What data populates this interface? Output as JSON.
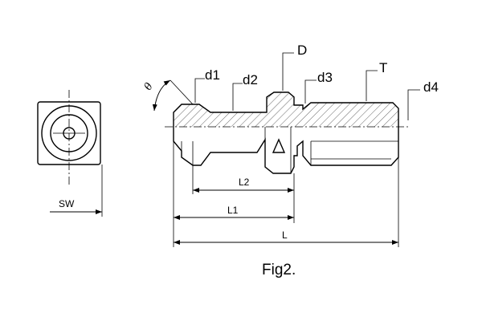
{
  "diagram": {
    "caption": "Fig2.",
    "labels": {
      "d1": "d1",
      "d2": "d2",
      "D": "D",
      "d3": "d3",
      "T": "T",
      "d4": "d4",
      "theta": "θ",
      "SW": "SW",
      "L2": "L2",
      "L1": "L1",
      "L": "L"
    }
  }
}
